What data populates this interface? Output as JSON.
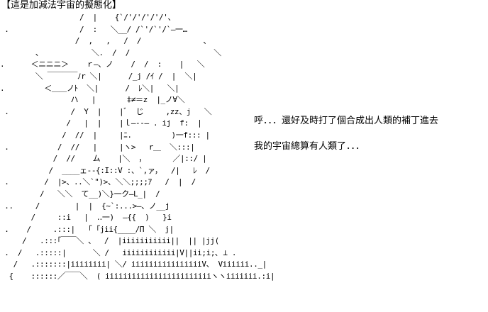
{
  "title": "【這是加減法宇宙的擬態化】",
  "dialogue": {
    "line1": "呼．．．還好及時打了個合成出人類的補丁進去",
    "line2": "我的宇宙總算有人類了．．．"
  },
  "ascii_art": "                  /  |    {`/'/'/'/'/'、\n .                /  :   ＼__/ /`'/`'/`―一…\n                 /  ,   ,   /  /              、\n        、           ＼.  /  /                   ＼\n.      ＜ニニニ＞    ｒ―、ノ    /  /  :    |   ＼\n        ＼ ￣￣￣￣ﾉr ＼|      /_j /ｲ /  |  ＼|\n.         ＜＿＿ノﾄ  ＼|      /  ﾚ＼|   ＼|\n                ハ   |       ‡≠＝z  |_ノ∀＼\n .              /  Y  |    |ﾞ  じ     ,zz、j   ＼\n               /   |  |    |ｌ―‐‐― . ij  f:  |\n              /  //  |     |ﾆ.         )一f::: |\n .           /  //   |     |ヽ>   r＿  ＼:::|\n            /  //    ム    |＼  ，      ／|::/ |\n           /  ____ェ--{:I::V :、`,ァ，  /|   ﾚ  /\n .        /  |>、..＼`\")>、＼＼;;;;ｱ   /  |  /\n         /   ＼＼  て__)＼}一ク―L_|  /\n ..     /        |  |  {~`:...>―、ノ__j\n       /     ::i   |  ‥一)  ―{{  )   }i\n .    /     .:::|   ｢ ｢jii{____/Π ＼  j|\n     /   .:::｢￣￣＼ 、  /  |iiiiiiiiiii||  || |jj(\n .  /   .:::::|      ＼ /   iiiiiiiiiiii|V||ii;i;､ ⊥ .\n   /   .:::::::|iiiiiiii| ＼/ iiiiiiiiiiiiiiiiV、 Viiiiii.._|\n  {    ::::::／￣￣＼  ( iiiiiiiiiiiiiiiiiiiiiiiiヽヽiiiiiii.:i|"
}
